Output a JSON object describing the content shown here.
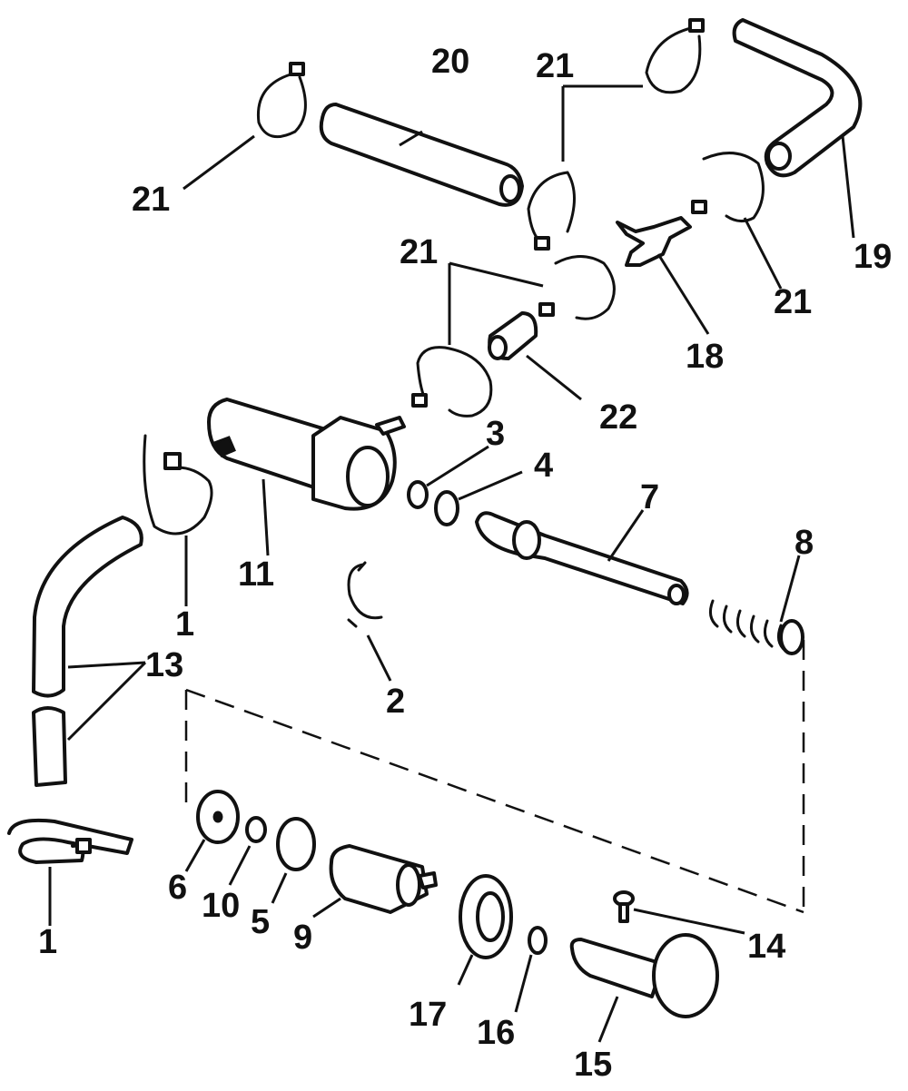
{
  "diagram": {
    "callouts": {
      "c1a": "1",
      "c1b": "1",
      "c2": "2",
      "c3": "3",
      "c4": "4",
      "c5": "5",
      "c6": "6",
      "c7": "7",
      "c8": "8",
      "c9": "9",
      "c10": "10",
      "c11": "11",
      "c13": "13",
      "c14": "14",
      "c15": "15",
      "c16": "16",
      "c17": "17",
      "c18": "18",
      "c19": "19",
      "c20": "20",
      "c21a": "21",
      "c21b": "21",
      "c21c": "21",
      "c21d": "21",
      "c22": "22"
    },
    "colors": {
      "ink": "#111111",
      "paper": "#ffffff"
    }
  }
}
